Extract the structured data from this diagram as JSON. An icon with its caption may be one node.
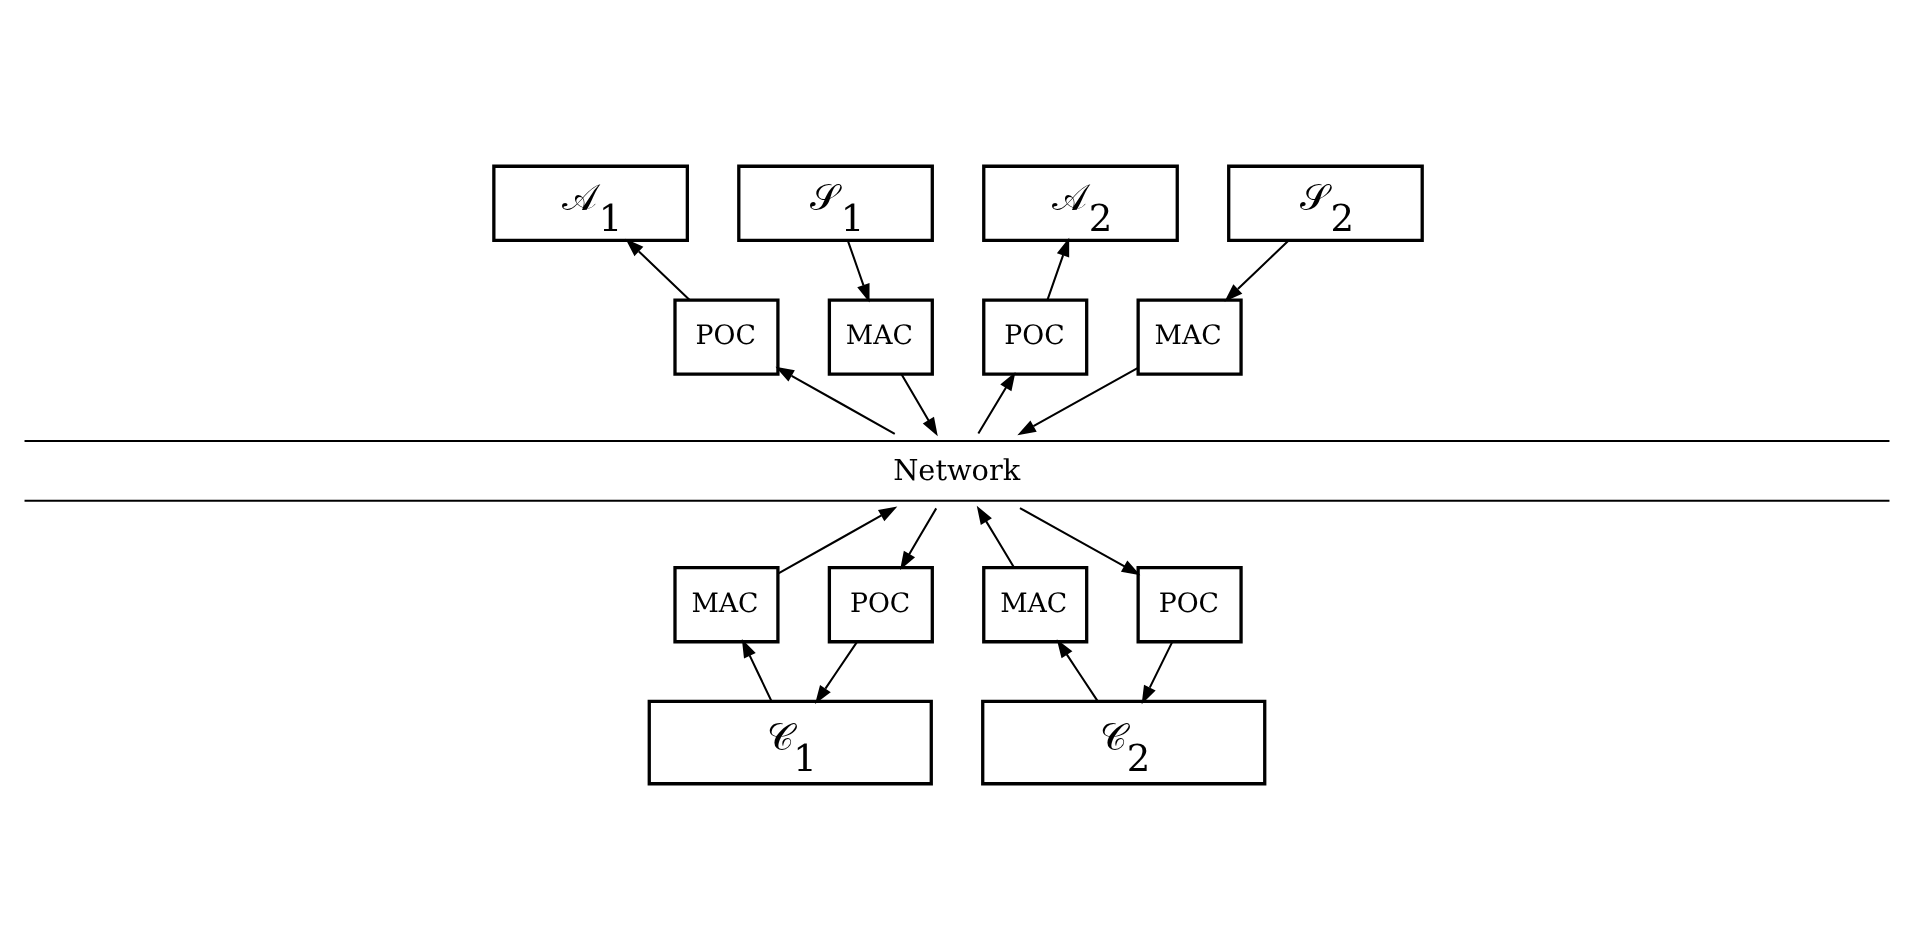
{
  "diagram": {
    "nodes": [
      {
        "text": [
          "𝒜$_{1}$"
        ]
      },
      {
        "text": [
          "𝒮$_{1}$"
        ]
      },
      {
        "text": [
          "𝒜$_{2}$"
        ]
      },
      {
        "text": [
          "𝒮$_{2}$"
        ]
      },
      {
        "text": [
          "POC"
        ]
      },
      {
        "text": [
          "MAC"
        ]
      },
      {
        "text": [
          "POC"
        ]
      },
      {
        "text": [
          "MAC"
        ]
      },
      {
        "text": [
          "Network"
        ]
      },
      {
        "text": [
          "MAC"
        ]
      },
      {
        "text": [
          "POC"
        ]
      },
      {
        "text": [
          "MAC"
        ]
      },
      {
        "text": [
          "POC"
        ]
      },
      {
        "text": [
          "𝒞$_{1}$"
        ]
      },
      {
        "text": [
          "𝒞$_{2}$"
        ]
      }
    ],
    "edges": [
      {
        "from": 4,
        "to": 0,
        "arrow": "to"
      },
      {
        "from": 1,
        "to": 5,
        "arrow": "to"
      },
      {
        "from": 6,
        "to": 2,
        "arrow": "to"
      },
      {
        "from": 3,
        "to": 7,
        "arrow": "to"
      },
      {
        "from": 8,
        "to": 4,
        "arrow": "to"
      },
      {
        "from": 5,
        "to": 8,
        "arrow": "to"
      },
      {
        "from": 8,
        "to": 6,
        "arrow": "to"
      },
      {
        "from": 7,
        "to": 8,
        "arrow": "to"
      },
      {
        "from": 9,
        "to": 8,
        "arrow": "to"
      },
      {
        "from": 8,
        "to": 10,
        "arrow": "to"
      },
      {
        "from": 11,
        "to": 8,
        "arrow": "to"
      },
      {
        "from": 8,
        "to": 12,
        "arrow": "to"
      },
      {
        "from": 13,
        "to": 9,
        "arrow": "to"
      },
      {
        "from": 10,
        "to": 13,
        "arrow": "to"
      },
      {
        "from": 14,
        "to": 11,
        "arrow": "to"
      },
      {
        "from": 12,
        "to": 14,
        "arrow": "to"
      }
    ]
  }
}
